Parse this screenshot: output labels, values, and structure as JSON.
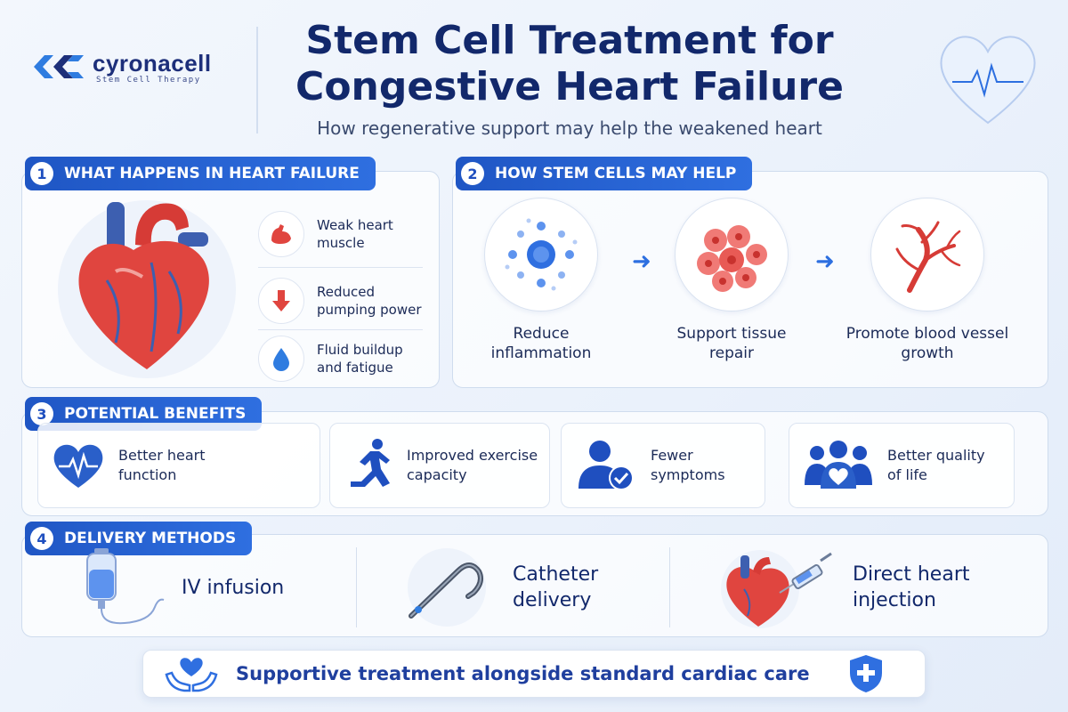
{
  "brand": {
    "name": "cyronacell",
    "tagline": "Stem Cell Therapy",
    "color": "#1d2f7a",
    "accent": "#2f7ce0"
  },
  "header": {
    "title": "Stem Cell Treatment for Congestive Heart Failure",
    "subtitle": "How regenerative support may help the weakened heart"
  },
  "section1": {
    "number": "1",
    "title": "WHAT HAPPENS IN HEART FAILURE",
    "illustration_icon": "heart-anatomy-icon",
    "items": [
      {
        "label": "Weak heart muscle",
        "icon": "muscle-icon"
      },
      {
        "label": "Reduced pumping power",
        "icon": "down-arrow-icon"
      },
      {
        "label": "Fluid buildup and fatigue",
        "icon": "droplet-icon"
      }
    ]
  },
  "section2": {
    "number": "2",
    "title": "HOW STEM CELLS MAY HELP",
    "steps": [
      {
        "label": "Reduce inflammation",
        "icon": "stem-cell-icon"
      },
      {
        "label": "Support tissue repair",
        "icon": "cell-cluster-icon"
      },
      {
        "label": "Promote blood vessel growth",
        "icon": "blood-vessel-icon"
      }
    ]
  },
  "section3": {
    "number": "3",
    "title": "POTENTIAL BENEFITS",
    "benefits": [
      {
        "label": "Better heart function",
        "icon": "heart-pulse-icon"
      },
      {
        "label": "Improved exercise capacity",
        "icon": "runner-icon"
      },
      {
        "label": "Fewer symptoms",
        "icon": "person-check-icon"
      },
      {
        "label": "Better quality of life",
        "icon": "group-heart-icon"
      }
    ]
  },
  "section4": {
    "number": "4",
    "title": "DELIVERY METHODS",
    "methods": [
      {
        "label": "IV infusion",
        "icon": "iv-bag-icon"
      },
      {
        "label": "Catheter delivery",
        "icon": "catheter-icon"
      },
      {
        "label": "Direct heart injection",
        "icon": "heart-syringe-icon"
      }
    ]
  },
  "footer": {
    "text": "Supportive treatment alongside standard cardiac care",
    "left_icon": "hands-heart-icon",
    "right_icon": "shield-cross-icon"
  },
  "colors": {
    "primary": "#1f56c4",
    "heart_red": "#e0453f",
    "text_dark": "#12286b"
  }
}
